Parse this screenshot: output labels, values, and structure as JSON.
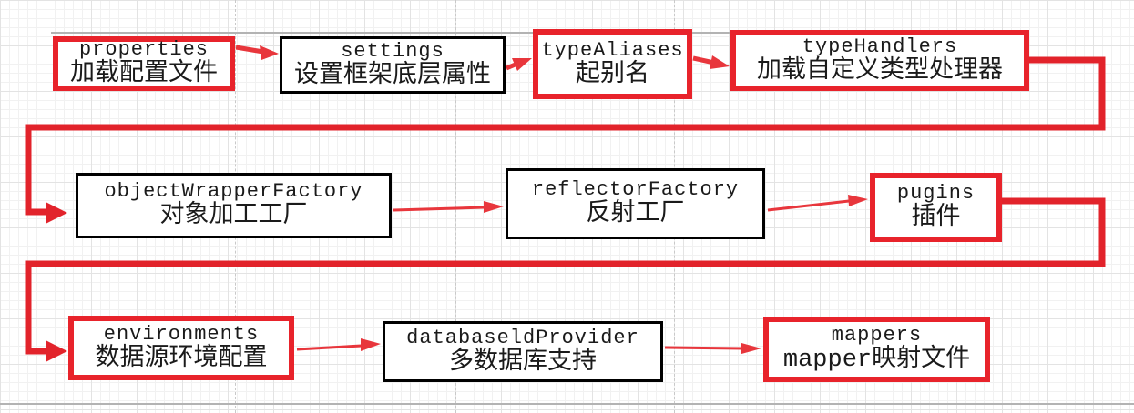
{
  "diagram": {
    "nodes": [
      {
        "id": "properties",
        "title": "properties",
        "subtitle": "加载配置文件",
        "emphasis": "red"
      },
      {
        "id": "settings",
        "title": "settings",
        "subtitle": "设置框架底层属性",
        "emphasis": "black"
      },
      {
        "id": "typeAliases",
        "title": "typeAliases",
        "subtitle": "起别名",
        "emphasis": "red"
      },
      {
        "id": "typeHandlers",
        "title": "typeHandlers",
        "subtitle": "加载自定义类型处理器",
        "emphasis": "red"
      },
      {
        "id": "objectWrapperFactory",
        "title": "objectWrapperFactory",
        "subtitle": "对象加工工厂",
        "emphasis": "black"
      },
      {
        "id": "reflectorFactory",
        "title": "reflectorFactory",
        "subtitle": "反射工厂",
        "emphasis": "black"
      },
      {
        "id": "pugins",
        "title": "pugins",
        "subtitle": "插件",
        "emphasis": "red"
      },
      {
        "id": "environments",
        "title": "environments",
        "subtitle": "数据源环境配置",
        "emphasis": "red"
      },
      {
        "id": "databaseldProvider",
        "title": "databaseldProvider",
        "subtitle": "多数据库支持",
        "emphasis": "black"
      },
      {
        "id": "mappers",
        "title": "mappers",
        "subtitle": "mapper映射文件",
        "emphasis": "red"
      }
    ],
    "edges": [
      {
        "from": "properties",
        "to": "settings",
        "style": "thin-arrow"
      },
      {
        "from": "settings",
        "to": "typeAliases",
        "style": "thin-arrow"
      },
      {
        "from": "typeAliases",
        "to": "typeHandlers",
        "style": "thin-arrow"
      },
      {
        "from": "typeHandlers",
        "to": "objectWrapperFactory",
        "style": "thick-wrap-around"
      },
      {
        "from": "objectWrapperFactory",
        "to": "reflectorFactory",
        "style": "thin-arrow"
      },
      {
        "from": "reflectorFactory",
        "to": "pugins",
        "style": "thin-arrow"
      },
      {
        "from": "pugins",
        "to": "environments",
        "style": "thick-wrap-around"
      },
      {
        "from": "environments",
        "to": "databaseldProvider",
        "style": "thin-arrow"
      },
      {
        "from": "databaseldProvider",
        "to": "mappers",
        "style": "thin-arrow"
      }
    ],
    "colors": {
      "highlight_border": "#e8232b",
      "normal_border": "#000000",
      "thick_connector": "#e2232b",
      "thin_arrow": "#e8363c",
      "grid_minor": "#f1f1f1",
      "grid_major": "#e3e3e3",
      "page_break_line": "#c9c9c9",
      "page_edge_line": "#b3b3b3",
      "background": "#ffffff",
      "node_fill": "#ffffff",
      "text": "#1a1a1a"
    }
  }
}
